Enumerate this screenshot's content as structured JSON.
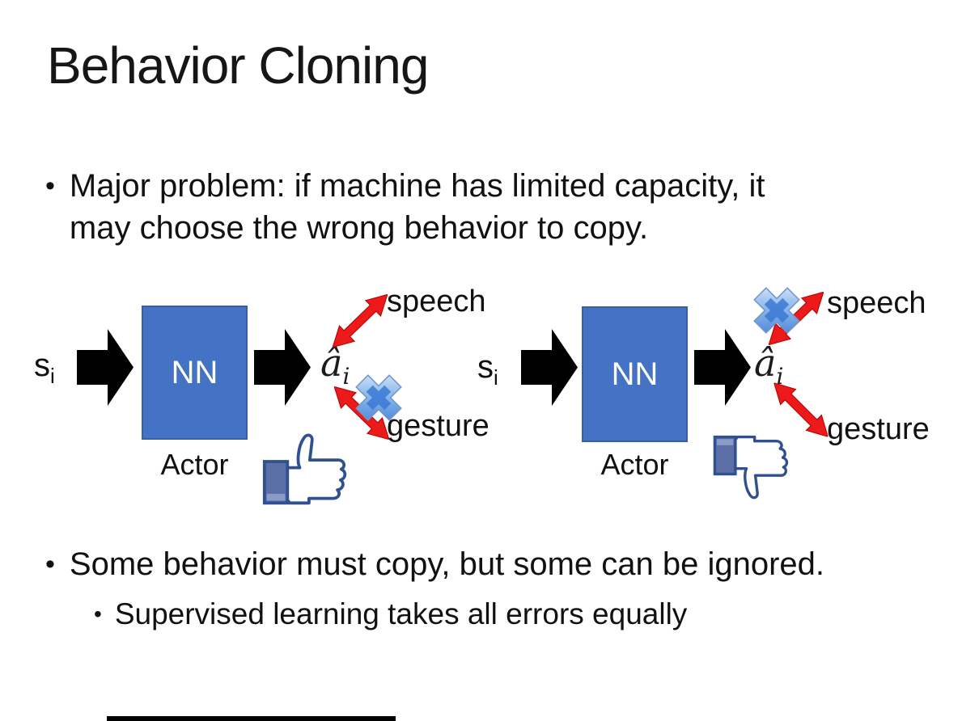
{
  "slide": {
    "title": "Behavior Cloning",
    "bullet_glyph": "•",
    "bullet_main": {
      "lines": [
        "Major problem: if machine has limited capacity, it",
        "may choose the wrong behavior to copy."
      ]
    },
    "bullet_bottom": "Some behavior must copy, but some can be ignored.",
    "bullet_sub": "Supervised learning takes all errors equally"
  },
  "diagram": {
    "left": {
      "state_label": "s",
      "state_sub": "i",
      "nn_label": "NN",
      "action_label": "â",
      "action_sub": "i",
      "actor_label": "Actor",
      "speech_label": "speech",
      "gesture_label": "gesture",
      "crossed_out": "gesture",
      "feedback_icon": "thumbs-up-icon"
    },
    "right": {
      "state_label": "s",
      "state_sub": "i",
      "nn_label": "NN",
      "action_label": "â",
      "action_sub": "i",
      "actor_label": "Actor",
      "speech_label": "speech",
      "gesture_label": "gesture",
      "crossed_out": "speech",
      "feedback_icon": "thumbs-down-icon"
    },
    "icons": {
      "block_arrow": "right-block-arrow-icon",
      "double_arrow": "red-double-arrow-icon",
      "cross": "blue-cross-x-icon"
    }
  },
  "colors": {
    "background": "#FFFFFF",
    "text": "#111111",
    "nn_box_fill": "#4472C4",
    "nn_box_border": "#3A5F9F",
    "nn_text": "#FFFFFF",
    "black_arrow": "#000000",
    "red_arrow": "#EC1A1A",
    "red_arrow_edge": "#B80000",
    "cross_light": "#DDEBFA",
    "cross_mid": "#8FBAEC",
    "cross_dark": "#3A79D4",
    "thumb_outline": "#31508F",
    "thumb_cuff": "#5B6EA6",
    "thumb_cuff_band": "#8A9BC8",
    "thumb_hand": "#FFFFFF"
  }
}
